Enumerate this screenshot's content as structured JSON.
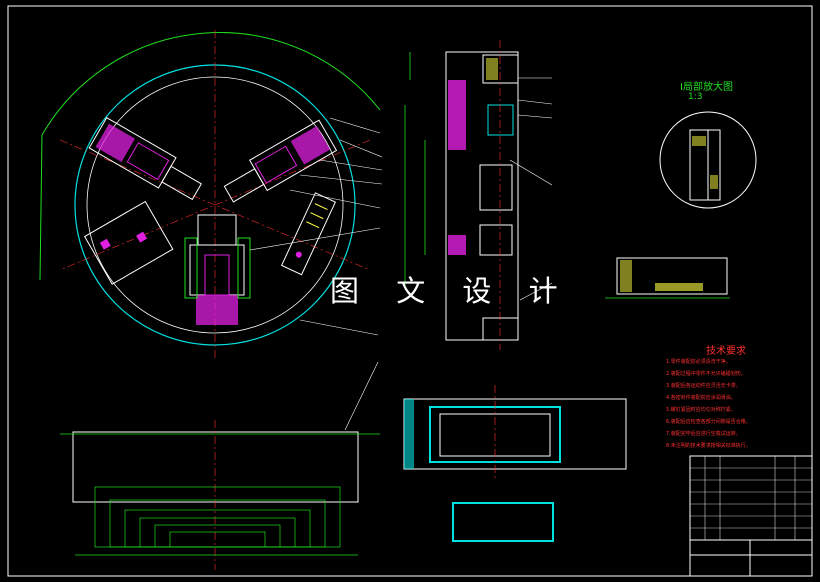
{
  "drawing": {
    "watermark": "图 文 设 计",
    "detail_view_title": "I局部放大图",
    "detail_view_scale": "1:3",
    "technical_requirements_title": "技术要求",
    "technical_requirements": [
      "1.零件装配前必须清洗干净。",
      "2.装配过程中零件不允许磕碰划伤。",
      "3.装配后各运动件应灵活无卡滞。",
      "4.各密封件装配前应涂润滑油。",
      "5.螺钉紧固时应均匀对称拧紧。",
      "6.装配后应检查各部分间隙是否合格。",
      "7.装配完毕后应进行空载试运转。",
      "8.未注明的技术要求按相关标准执行。"
    ],
    "title_block": {
      "drawing_name": "",
      "company": ""
    },
    "colors": {
      "background": "#000000",
      "outline": "#ffffff",
      "construction": "#20e020",
      "section_fill": "#e020e0",
      "dimension": "#00e0e0",
      "text": "#ff3030",
      "centerline": "#ff3030",
      "hatch": "#ffff40"
    }
  }
}
